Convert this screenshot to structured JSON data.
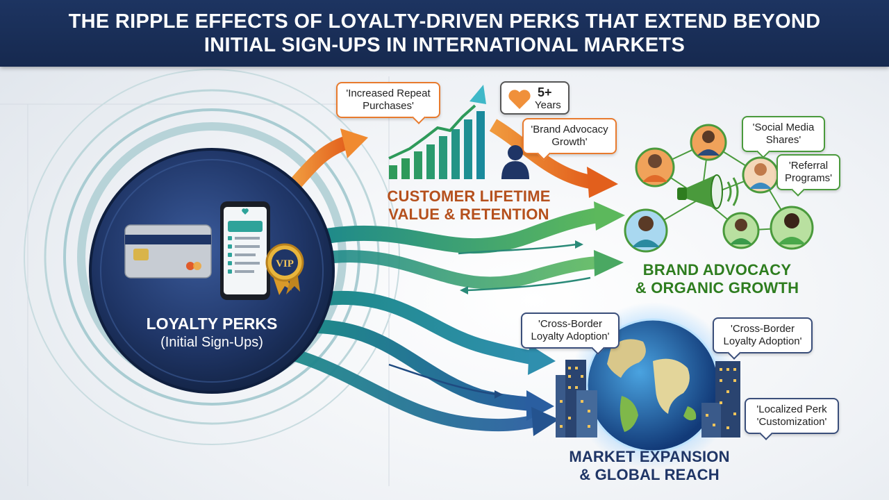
{
  "title": "THE RIPPLE EFFECTS OF LOYALTY-DRIVEN PERKS THAT EXTEND BEYOND INITIAL SIGN-UPS IN INTERNATIONAL MARKETS",
  "hub": {
    "title": "LOYALTY PERKS",
    "subtitle": "(Initial Sign-Ups)",
    "badge_text": "VIP",
    "icons": [
      "credit-card-icon",
      "smartphone-icon",
      "vip-badge-icon"
    ]
  },
  "stages": [
    {
      "id": "retention",
      "title_line1": "CUSTOMER LIFETIME",
      "title_line2": "VALUE & RETENTION",
      "color": "#b5501d",
      "bubbles": [
        "'Increased Repeat Purchases'",
        "'Brand Advocacy Growth'"
      ],
      "badge": {
        "value": "5+",
        "unit": "Years"
      }
    },
    {
      "id": "advocacy",
      "title_line1": "BRAND ADVOCACY",
      "title_line2": "& ORGANIC GROWTH",
      "color": "#2e7d1f",
      "bubbles": [
        "'Social Media Shares'",
        "'Referral Programs'"
      ]
    },
    {
      "id": "expansion",
      "title_line1": "MARKET EXPANSION",
      "title_line2": "& GLOBAL REACH",
      "color": "#1f3566",
      "bubbles": [
        "'Cross-Border Loyalty Adoption'",
        "'Cross-Border Loyalty Adoption'",
        "'Localized Perk 'Customization'"
      ]
    }
  ],
  "colors": {
    "header_bg": "#1d3461",
    "orange": "#e87a2d",
    "green": "#4a9a3c",
    "teal": "#1f8a8a",
    "navy": "#1f3566"
  }
}
